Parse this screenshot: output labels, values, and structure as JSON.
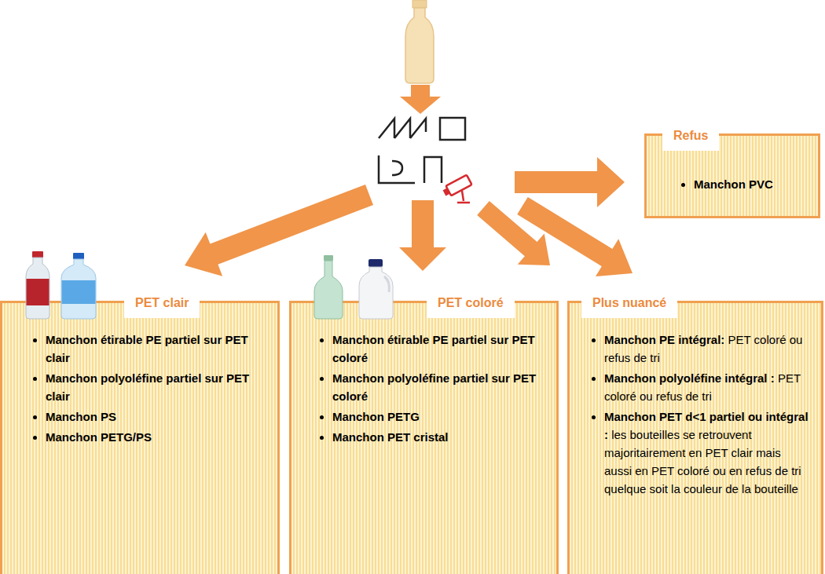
{
  "diagram": {
    "nodes": [
      {
        "text": [
          "Refus",
          "Manchon PVC"
        ]
      },
      {
        "text": [
          "PET clair",
          "Manchon étirable PE partiel sur PET clair",
          "Manchon polyoléfine partiel sur PET clair",
          "Manchon PS",
          "Manchon PETG/PS"
        ]
      },
      {
        "text": [
          "PET coloré",
          "Manchon étirable PE partiel sur PET coloré",
          "Manchon polyoléfine partiel sur PET coloré",
          "Manchon PETG",
          "Manchon PET cristal"
        ]
      },
      {
        "text": [
          "Plus nuancé",
          "Manchon PE intégral:",
          "PET coloré ou refus de tri",
          "Manchon polyoléfine intégral :",
          "PET coloré ou refus de tri",
          "Manchon PET d<1 partiel ou intégral :",
          "les bouteilles se retrouvent majoritairement en PET clair mais aussi en PET coloré ou en refus de tri quelque soit la couleur de la bouteille"
        ]
      }
    ]
  }
}
